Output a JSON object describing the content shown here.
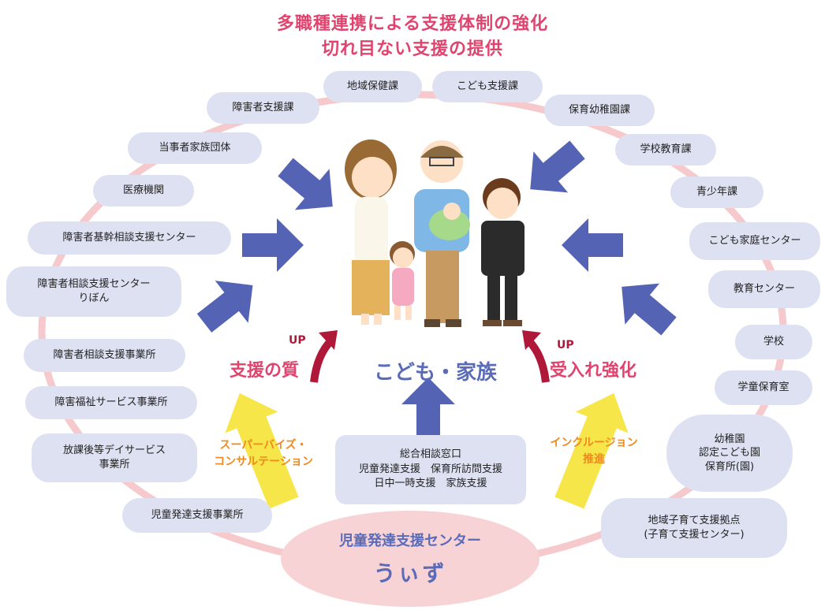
{
  "header": {
    "title_line1": "多職種連携による支援体制の強化",
    "title_line2": "切れ目ない支援の提供"
  },
  "nodes": {
    "chiiki_hoken": "地域保健課",
    "kodomo_shien": "こども支援課",
    "shogaisha_shien": "障害者支援課",
    "hoiku_yochien": "保育幼稚園課",
    "tojisha_kazoku": "当事者家族団体",
    "gakko_kyoiku": "学校教育課",
    "iryo": "医療機関",
    "seishonen": "青少年課",
    "kikan_sodan": "障害者基幹相談支援センター",
    "kodomo_katei": "こども家庭センター",
    "ribon_line1": "障害者相談支援センター",
    "ribon_line2": "りぼん",
    "kyoiku_center": "教育センター",
    "sodan_jigyosho": "障害者相談支援事業所",
    "gakko": "学校",
    "fukushi_service": "障害福祉サービス事業所",
    "gakudo": "学童保育室",
    "hokago_line1": "放課後等デイサービス",
    "hokago_line2": "事業所",
    "yochien_line1": "幼稚園",
    "yochien_line2": "認定こども園",
    "yochien_line3": "保育所(園)",
    "jido_hattatsu_jigyosho": "児童発達支援事業所",
    "kosodate_line1": "地域子育て支援拠点",
    "kosodate_line2": "(子育て支援センター)"
  },
  "center": {
    "family_label": "こども・家族",
    "quality_up": "UP",
    "quality_label": "支援の質",
    "accept_up": "UP",
    "accept_label": "受入れ強化",
    "supervise_line1": "スーパーバイズ・",
    "supervise_line2": "コンサルテーション",
    "inclusion_line1": "インクルージョン",
    "inclusion_line2": "推進",
    "service_line1": "総合相談窓口",
    "service_line2": "児童発達支援　保育所訪問支援",
    "service_line3": "日中一時支援　家族支援"
  },
  "hub": {
    "line1": "児童発達支援センター",
    "line2": "うぃず"
  },
  "colors": {
    "title_pink": "#e0446e",
    "node_bg": "#dde1f2",
    "ring_pink": "#f6c9cc",
    "arrow_blue": "#5463b4",
    "arrow_yellow": "#f7e64a",
    "arrow_red": "#b0183a",
    "label_orange": "#f08a1e",
    "hub_pink": "#f8d3d6",
    "hub_text": "#5a6bb8"
  }
}
